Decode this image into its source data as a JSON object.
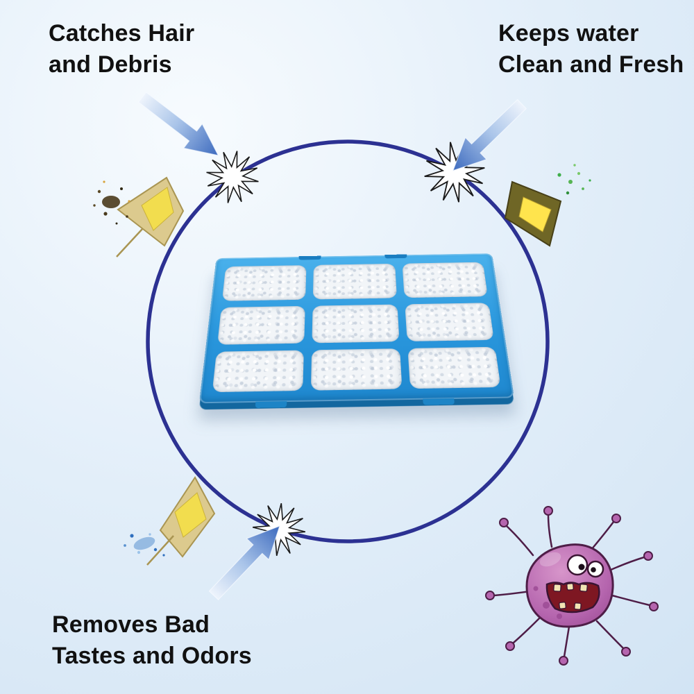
{
  "annotations": {
    "top_left": {
      "lines": [
        "Catches Hair",
        "and Debris"
      ]
    },
    "top_right": {
      "lines": [
        "Keeps water",
        "Clean and Fresh"
      ]
    },
    "bottom_left": {
      "lines": [
        "Removes Bad",
        "Tastes and Odors"
      ]
    }
  },
  "colors": {
    "background_center": "#f7fbfe",
    "background_edge": "#cfe2f3",
    "ring": "#2c3192",
    "arrow_tail": "#eef4fc",
    "arrow_head": "#3a68bd",
    "filter_frame": "#2a97dd",
    "filter_frame_dark": "#13679f",
    "filter_pad": "#f2f5f8",
    "kite_tan": "#dcca8e",
    "kite_yellow": "#f2dd4e",
    "kite_olive": "#6f6626",
    "speckles_green": "#3fae4a",
    "speckles_blue": "#2f6fbe",
    "germ_body": "#b565ae",
    "germ_outline": "#4e1d47",
    "burst_fill": "#ffffff",
    "burst_stroke": "#1a1a1a"
  }
}
